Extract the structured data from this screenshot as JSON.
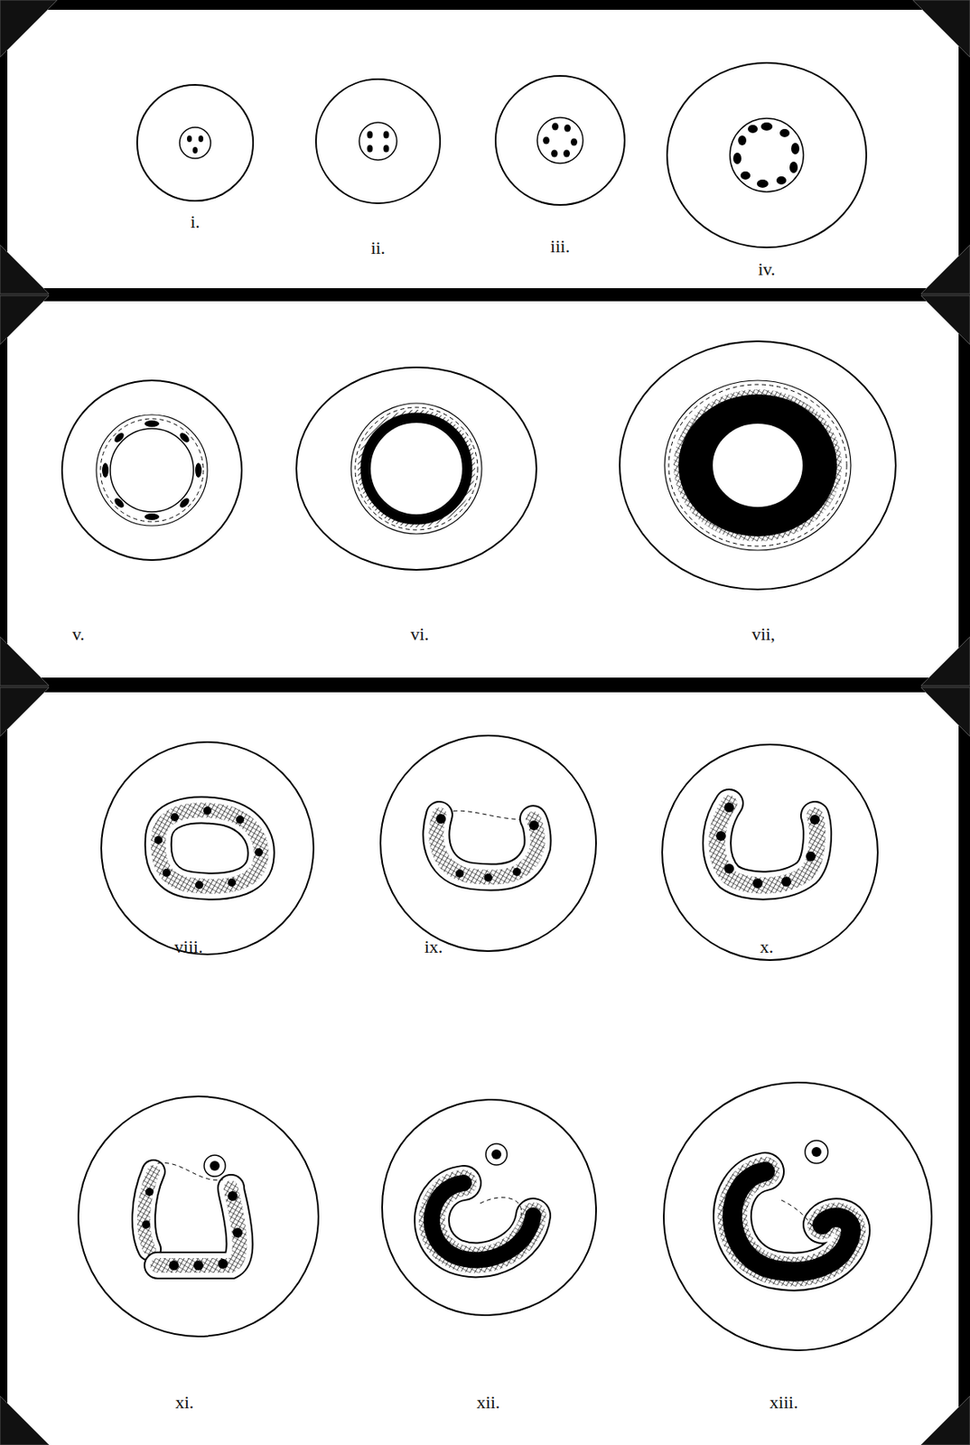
{
  "diagram": {
    "labels": [
      "i.",
      "ii.",
      "iii.",
      "iv.",
      "v.",
      "vi.",
      "vii,",
      "viii.",
      "ix.",
      "x.",
      "xi.",
      "xii.",
      "xiii."
    ]
  }
}
